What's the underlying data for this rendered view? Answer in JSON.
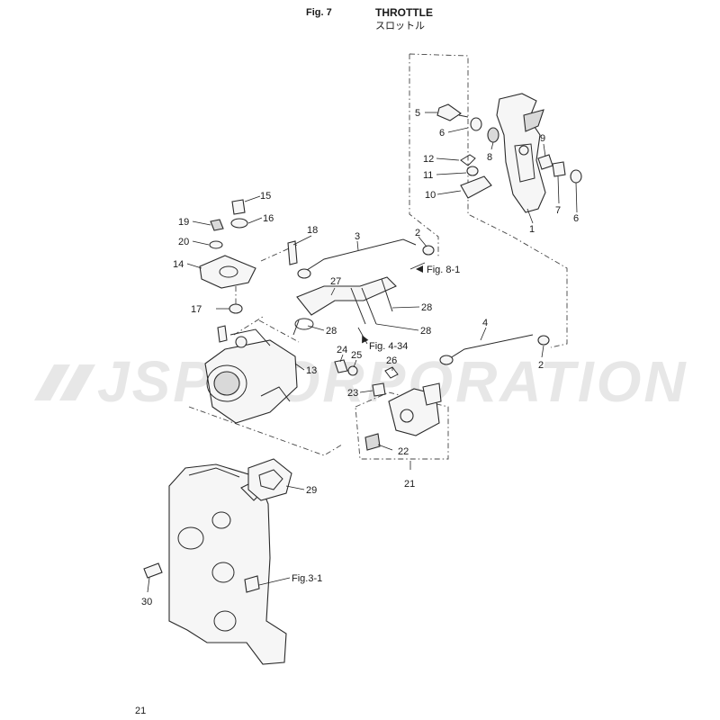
{
  "header": {
    "fig_label": "Fig. 7",
    "title_en": "THROTTLE",
    "title_jp": "スロットル"
  },
  "watermark": "JSP CORPORATION",
  "page_number": "21",
  "callouts": {
    "c1": "1",
    "c2a": "2",
    "c2b": "2",
    "c3": "3",
    "c4": "4",
    "c5": "5",
    "c6a": "6",
    "c6b": "6",
    "c7": "7",
    "c8": "8",
    "c9": "9",
    "c10": "10",
    "c11": "11",
    "c12": "12",
    "c13": "13",
    "c14": "14",
    "c15": "15",
    "c16": "16",
    "c17": "17",
    "c18": "18",
    "c19": "19",
    "c20": "20",
    "c21": "21",
    "c22": "22",
    "c23": "23",
    "c24": "24",
    "c25": "25",
    "c26": "26",
    "c27": "27",
    "c28a": "28",
    "c28b": "28",
    "c28c": "28",
    "c29": "29",
    "c30": "30"
  },
  "references": {
    "fig_8_1": "Fig. 8-1",
    "fig_4_34": "Fig. 4-34",
    "fig_3_1": "Fig.3-1"
  }
}
